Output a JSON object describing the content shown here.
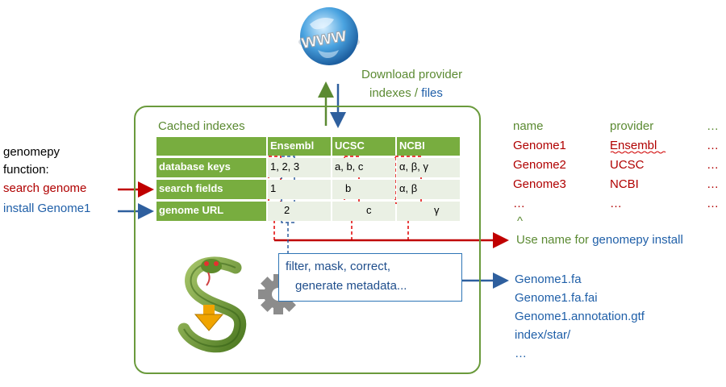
{
  "download": {
    "line1": "Download provider",
    "line2_black": "indexes / ",
    "line2_blue": "files"
  },
  "cache": {
    "title": "Cached indexes"
  },
  "table": {
    "headers": [
      "Ensembl",
      "UCSC",
      "NCBI"
    ],
    "rows": [
      {
        "label": "database keys",
        "cells": [
          "1, 2, 3",
          "a, b, c",
          "α, β, γ"
        ]
      },
      {
        "label": "search fields",
        "cells": [
          "1",
          "b",
          "α, β"
        ]
      },
      {
        "label": "genome URL",
        "cells": [
          "2",
          "c",
          "γ"
        ]
      }
    ]
  },
  "function_block": {
    "line1": "genomepy",
    "line2": "function:",
    "search": "search genome",
    "install": "install Genome1"
  },
  "process": {
    "line1": "filter, mask, correct,",
    "line2": "generate metadata..."
  },
  "results_table": {
    "col_name": "name",
    "col_provider": "provider",
    "col_more": "…",
    "rows": [
      {
        "name": "Genome1",
        "provider": "Ensembl",
        "more": "…"
      },
      {
        "name": "Genome2",
        "provider": "UCSC",
        "more": "…"
      },
      {
        "name": "Genome3",
        "provider": "NCBI",
        "more": "…"
      },
      {
        "name": "…",
        "provider": "…",
        "more": "…"
      }
    ],
    "caret": "^"
  },
  "use_name": {
    "prefix": "Use name for ",
    "highlight": "genomepy install"
  },
  "files": [
    "Genome1.fa",
    "Genome1.fa.fai",
    "Genome1.annotation.gtf",
    "index/star/",
    "…"
  ],
  "icons": [
    "www-globe-icon",
    "genomepy-logo-icon",
    "gear-icon"
  ],
  "colors": {
    "green": "#5b8a32",
    "red": "#b00000",
    "blue": "#1f5fa8",
    "table_green": "#78ad3f"
  }
}
